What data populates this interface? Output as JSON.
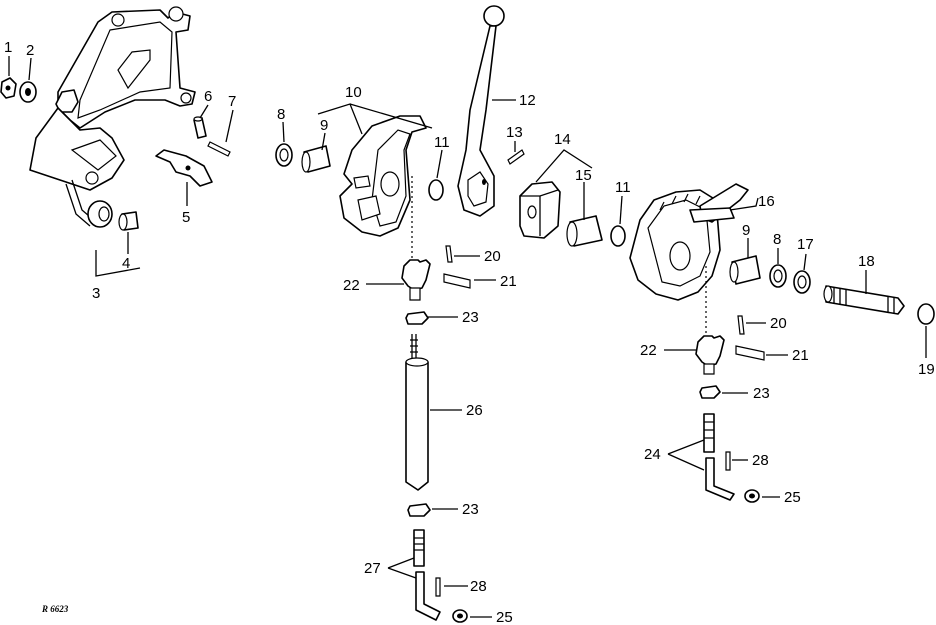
{
  "labels": [
    "1",
    "2",
    "3",
    "4",
    "5",
    "6",
    "7",
    "8",
    "9",
    "10",
    "11",
    "12",
    "13",
    "14",
    "15",
    "11",
    "16",
    "9",
    "8",
    "17",
    "18",
    "19",
    "20",
    "21",
    "22",
    "23",
    "26",
    "23",
    "27",
    "28",
    "25",
    "20",
    "21",
    "22",
    "23",
    "24",
    "28",
    "25"
  ],
  "drawing_code": "R 6623"
}
